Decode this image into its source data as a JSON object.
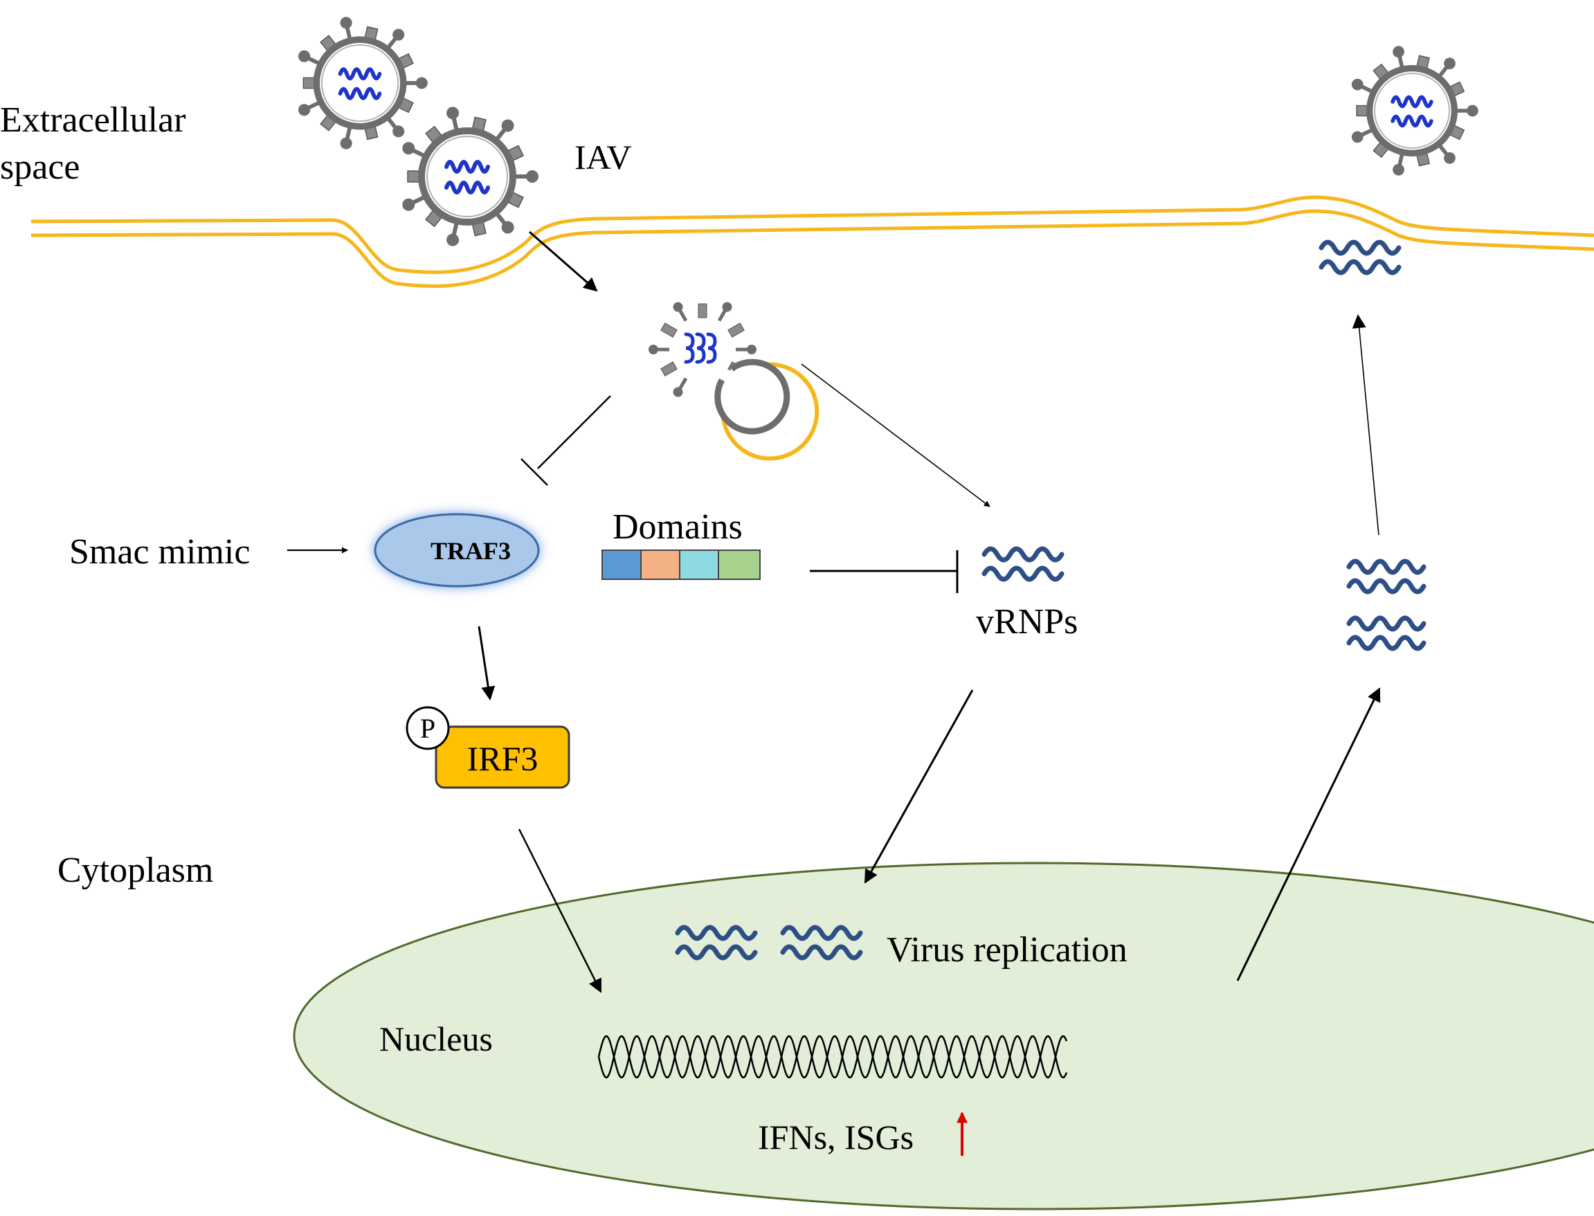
{
  "labels": {
    "extracellular_line1": "Extracellular",
    "extracellular_line2": "space",
    "iav": "IAV",
    "smac_mimic": "Smac mimic",
    "traf3": "TRAF3",
    "domains": "Domains",
    "vrnps": "vRNPs",
    "phospho": "P",
    "irf3": "IRF3",
    "cytoplasm": "Cytoplasm",
    "virus_replication": "Virus replication",
    "nucleus": "Nucleus",
    "ifns_isgs": "IFNs, ISGs"
  },
  "colors": {
    "membrane": "#f5b71b",
    "virus_envelope": "#6d6d6d",
    "virus_spike": "#8a8a8a",
    "viral_rna": "#1f35c9",
    "vrnp": "#2d4f86",
    "traf3_fill": "#a9c8ea",
    "traf3_stroke": "#3e6aa8",
    "irf3_fill": "#ffc000",
    "nucleus_fill": "#e2eed8",
    "nucleus_stroke": "#4f6b2a",
    "domain_1": "#5b9bd5",
    "domain_2": "#f4b183",
    "domain_3": "#8fd9e3",
    "domain_4": "#a9d18e",
    "up_arrow": "#e00000"
  }
}
